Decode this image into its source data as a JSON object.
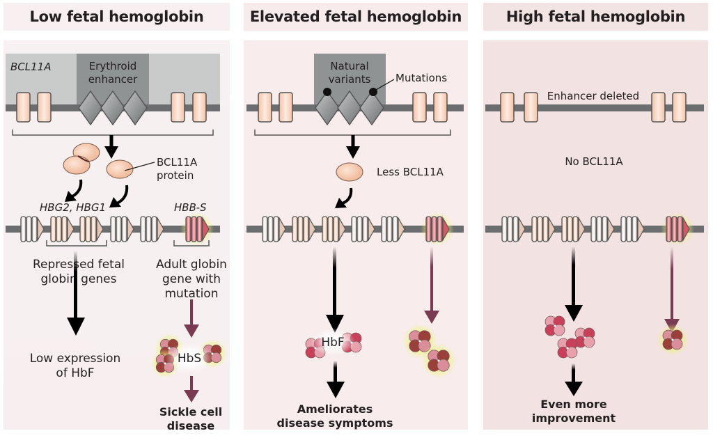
{
  "panels": [
    {
      "title": "Low fetal hemoglobin",
      "gene_label": "BCL11A",
      "enhancer_label_1": "Erythroid",
      "enhancer_label_2": "enhancer",
      "protein_label_1": "BCL11A",
      "protein_label_2": "protein",
      "fetal_genes_label": "HBG2, HBG1",
      "adult_gene_label": "HBB-S",
      "repressed_label_1": "Repressed fetal",
      "repressed_label_2": "globin genes",
      "adult_desc_1": "Adult globin",
      "adult_desc_2": "gene with",
      "adult_desc_3": "mutation",
      "outcome_fetal_1": "Low expression",
      "outcome_fetal_2": "of HbF",
      "hemoglobin_label": "HbS",
      "outcome_adult_1": "Sickle cell",
      "outcome_adult_2": "disease"
    },
    {
      "title": "Elevated fetal hemoglobin",
      "enhancer_label_1": "Natural",
      "enhancer_label_2": "variants",
      "mutation_label": "Mutations",
      "protein_label": "Less BCL11A",
      "hemoglobin_label": "HbF",
      "outcome_1": "Ameliorates",
      "outcome_2": "disease symptoms"
    },
    {
      "title": "High fetal hemoglobin",
      "enhancer_label": "Enhancer deleted",
      "protein_label": "No BCL11A",
      "outcome_1": "Even more",
      "outcome_2": "improvement"
    }
  ],
  "colors": {
    "exon_peach": "#f8cfb5",
    "enhancer_gray": "#8f9393",
    "gene_box_gray": "#c9cbcb",
    "chromosome": "#6b6d6e",
    "fetal_globin": "#c94a5f",
    "adult_globin": "#8c3b3b",
    "adult_arrow": "#7a3a52",
    "glow": "#e8f08a"
  }
}
